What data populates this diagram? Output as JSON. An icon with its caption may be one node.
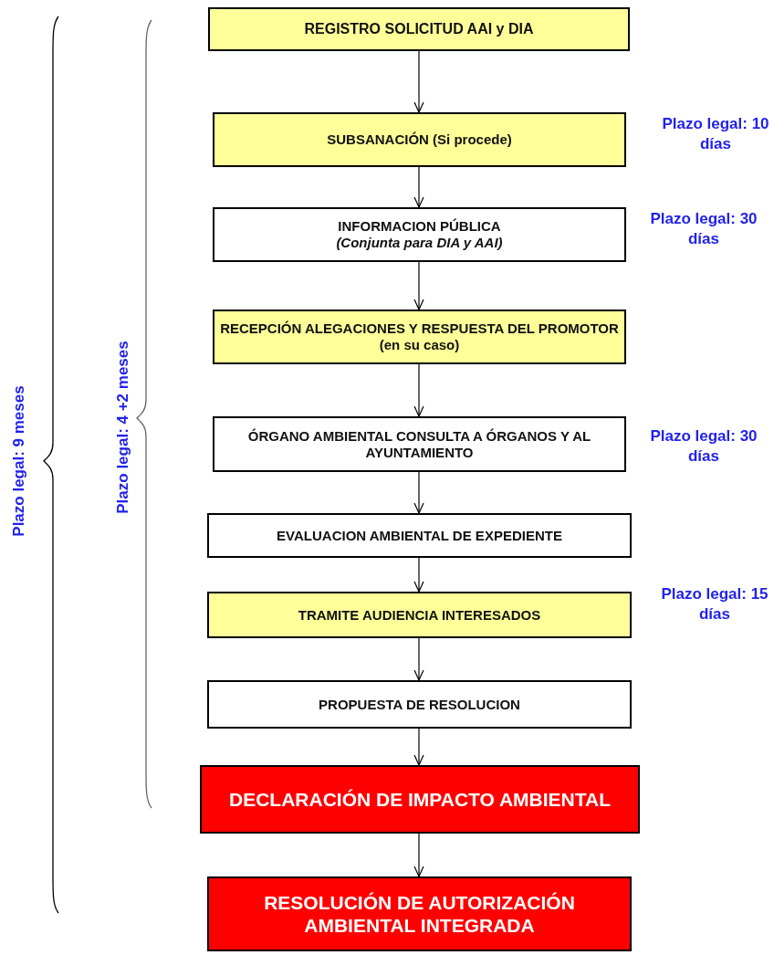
{
  "diagram": {
    "nodes": [
      {
        "text": [
          "REGISTRO SOLICITUD AAI y DIA"
        ]
      },
      {
        "text": [
          "SUBSANACIÓN (Si procede)"
        ],
        "beside": [
          "Plazo legal: 10 días"
        ]
      },
      {
        "text": [
          "INFORMACION PÚBLICA",
          "(Conjunta para DIA y AAI)"
        ],
        "beside": [
          "Plazo legal: 30 días"
        ]
      },
      {
        "text": [
          "RECEPCIÓN ALEGACIONES Y RESPUESTA DEL PROMOTOR (en su caso)"
        ]
      },
      {
        "text": [
          "ÓRGANO AMBIENTAL CONSULTA A ÓRGANOS Y AL AYUNTAMIENTO"
        ],
        "beside": [
          "Plazo legal: 30 días"
        ]
      },
      {
        "text": [
          "EVALUACION AMBIENTAL DE EXPEDIENTE"
        ]
      },
      {
        "text": [
          "TRAMITE AUDIENCIA INTERESADOS"
        ],
        "beside": [
          "Plazo legal: 15 días"
        ]
      },
      {
        "text": [
          "PROPUESTA DE RESOLUCION"
        ]
      },
      {
        "text": [
          "DECLARACIÓN DE IMPACTO AMBIENTAL"
        ]
      },
      {
        "text": [
          "RESOLUCIÓN DE AUTORIZACIÓN AMBIENTAL INTEGRADA"
        ]
      }
    ],
    "edges": [
      {
        "from": 0,
        "to": 1,
        "arrow": "to"
      },
      {
        "from": 1,
        "to": 2,
        "arrow": "to"
      },
      {
        "from": 2,
        "to": 3,
        "arrow": "to"
      },
      {
        "from": 3,
        "to": 4,
        "arrow": "to"
      },
      {
        "from": 4,
        "to": 5,
        "arrow": "to"
      },
      {
        "from": 5,
        "to": 6,
        "arrow": "to"
      },
      {
        "from": 6,
        "to": 7,
        "arrow": "to"
      },
      {
        "from": 7,
        "to": 8,
        "arrow": "to"
      },
      {
        "from": 8,
        "to": 9,
        "arrow": "to"
      }
    ],
    "labels": [
      "Plazo legal: 9 meses",
      "Plazo legal: 4 +2 meses"
    ]
  }
}
